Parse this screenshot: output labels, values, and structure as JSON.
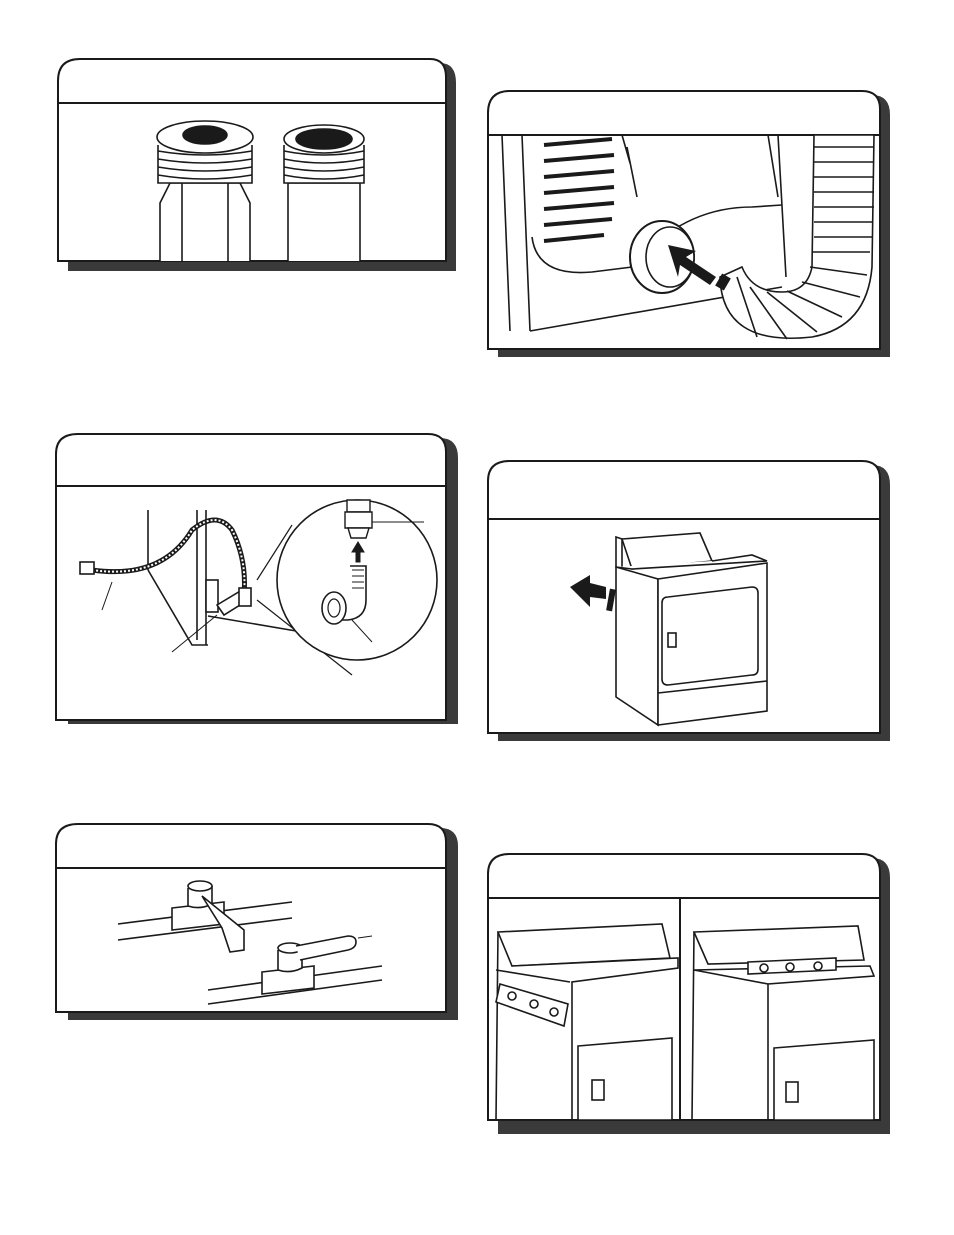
{
  "page": {
    "figures": [
      {
        "id": "fig-thread-fittings"
      },
      {
        "id": "fig-vent-connection"
      },
      {
        "id": "fig-gas-line-connection"
      },
      {
        "id": "fig-slide-dryer"
      },
      {
        "id": "fig-shutoff-valves"
      },
      {
        "id": "fig-level-dryer"
      }
    ]
  }
}
